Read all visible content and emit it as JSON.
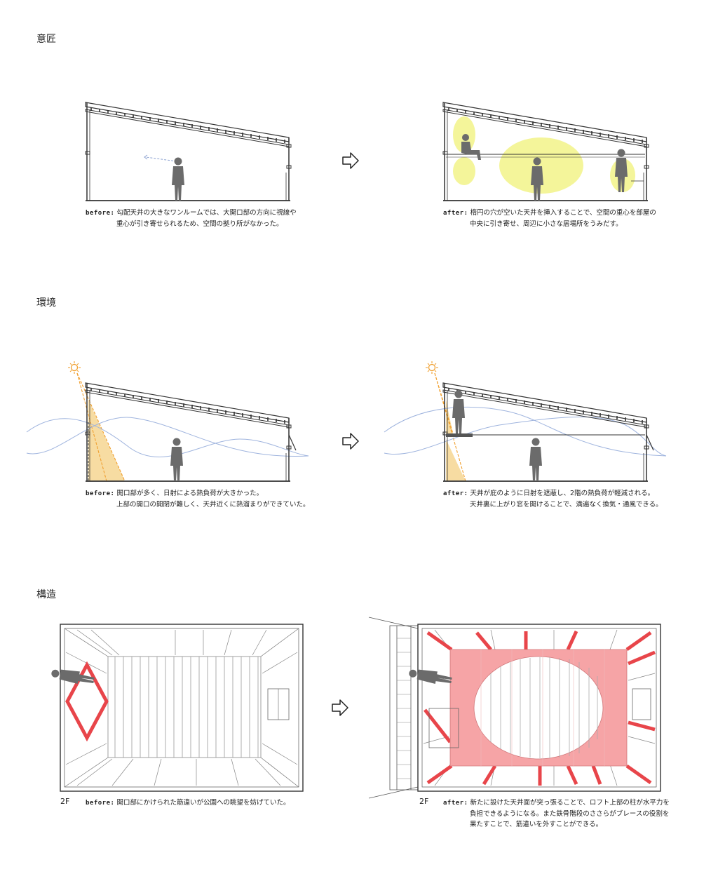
{
  "sections": {
    "design": {
      "title": "意匠"
    },
    "environment": {
      "title": "環境"
    },
    "structure": {
      "title": "構造"
    }
  },
  "captions": {
    "design_before": {
      "key": "before:",
      "line1": "勾配天井の大きなワンルームでは、大開口部の方向に視線や",
      "line2": "重心が引き寄せられるため、空間の拠り所がなかった。"
    },
    "design_after": {
      "key": "after:",
      "line1": "楕円の穴が空いた天井を挿入することで、空間の重心を部屋の",
      "line2": "中央に引き寄せ、周辺に小さな居場所をうみだす。"
    },
    "env_before": {
      "key": "before:",
      "line1": "開口部が多く、日射による熱負荷が大きかった。",
      "line2": "上部の開口の開閉が難しく、天井近くに熱溜まりができていた。"
    },
    "env_after": {
      "key": "after:",
      "line1": "天井が庇のように日射を遮蔽し、2階の熱負荷が軽減される。",
      "line2": "天井裏に上がり窓を開けることで、満遍なく換気・通風できる。"
    },
    "struct_before": {
      "key": "before:",
      "line1": "開口部にかけられた筋違いが公園への眺望を妨げていた。"
    },
    "struct_after": {
      "key": "after:",
      "line1": "新たに設けた天井面が突っ張ることで、ロフト上部の柱が水平力を",
      "line2": "負担できるようになる。また鉄骨階段のささらがブレースの役割を",
      "line3": "果たすことで、筋違いを外すことができる。"
    }
  },
  "floor_labels": {
    "before": "2F",
    "after": "2F"
  },
  "colors": {
    "line": "#333333",
    "figure": "#6b6b6b",
    "highlight_yellow": "#f4f59a",
    "sun_orange": "#f0a030",
    "sun_fill": "#f7dca2",
    "wind_blue": "#9fb4de",
    "structure_red": "#e8454a",
    "structure_pink": "#f6a4a6"
  },
  "icons": [
    "right-arrow-icon",
    "sun-icon",
    "person-icon"
  ]
}
